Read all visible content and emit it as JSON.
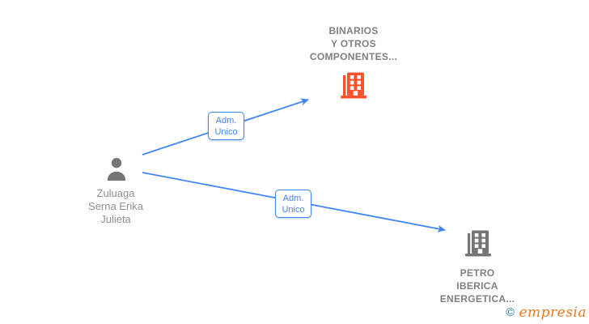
{
  "diagram": {
    "person": {
      "icon": "person-icon",
      "name_lines": [
        "Zuluaga",
        "Serna Erika",
        "Julieta"
      ]
    },
    "companies": [
      {
        "icon": "building-icon",
        "icon_color": "#f9532b",
        "name_lines": [
          "BINARIOS",
          "Y OTROS",
          "COMPONENTES..."
        ]
      },
      {
        "icon": "building-icon",
        "icon_color": "#757575",
        "name_lines": [
          "PETRO",
          "IBERICA",
          "ENERGETICA..."
        ]
      }
    ],
    "edges": [
      {
        "from": "Zuluaga Serna Erika Julieta",
        "to": "BINARIOS Y OTROS COMPONENTES...",
        "label_lines": [
          "Adm.",
          "Unico"
        ]
      },
      {
        "from": "Zuluaga Serna Erika Julieta",
        "to": "PETRO IBERICA ENERGETICA...",
        "label_lines": [
          "Adm.",
          "Unico"
        ]
      }
    ]
  },
  "watermark": {
    "copyright_symbol": "©",
    "brand": "empresia"
  },
  "colors": {
    "edge_blue": "#4285f4",
    "person_gray": "#757575",
    "building_orange": "#f9532b",
    "building_gray": "#757575",
    "person_label_gray": "#8f8f8f",
    "company_label_gray": "#7f7f7f",
    "watermark_teal": "#2b7f91",
    "watermark_orange": "#e8791e"
  }
}
